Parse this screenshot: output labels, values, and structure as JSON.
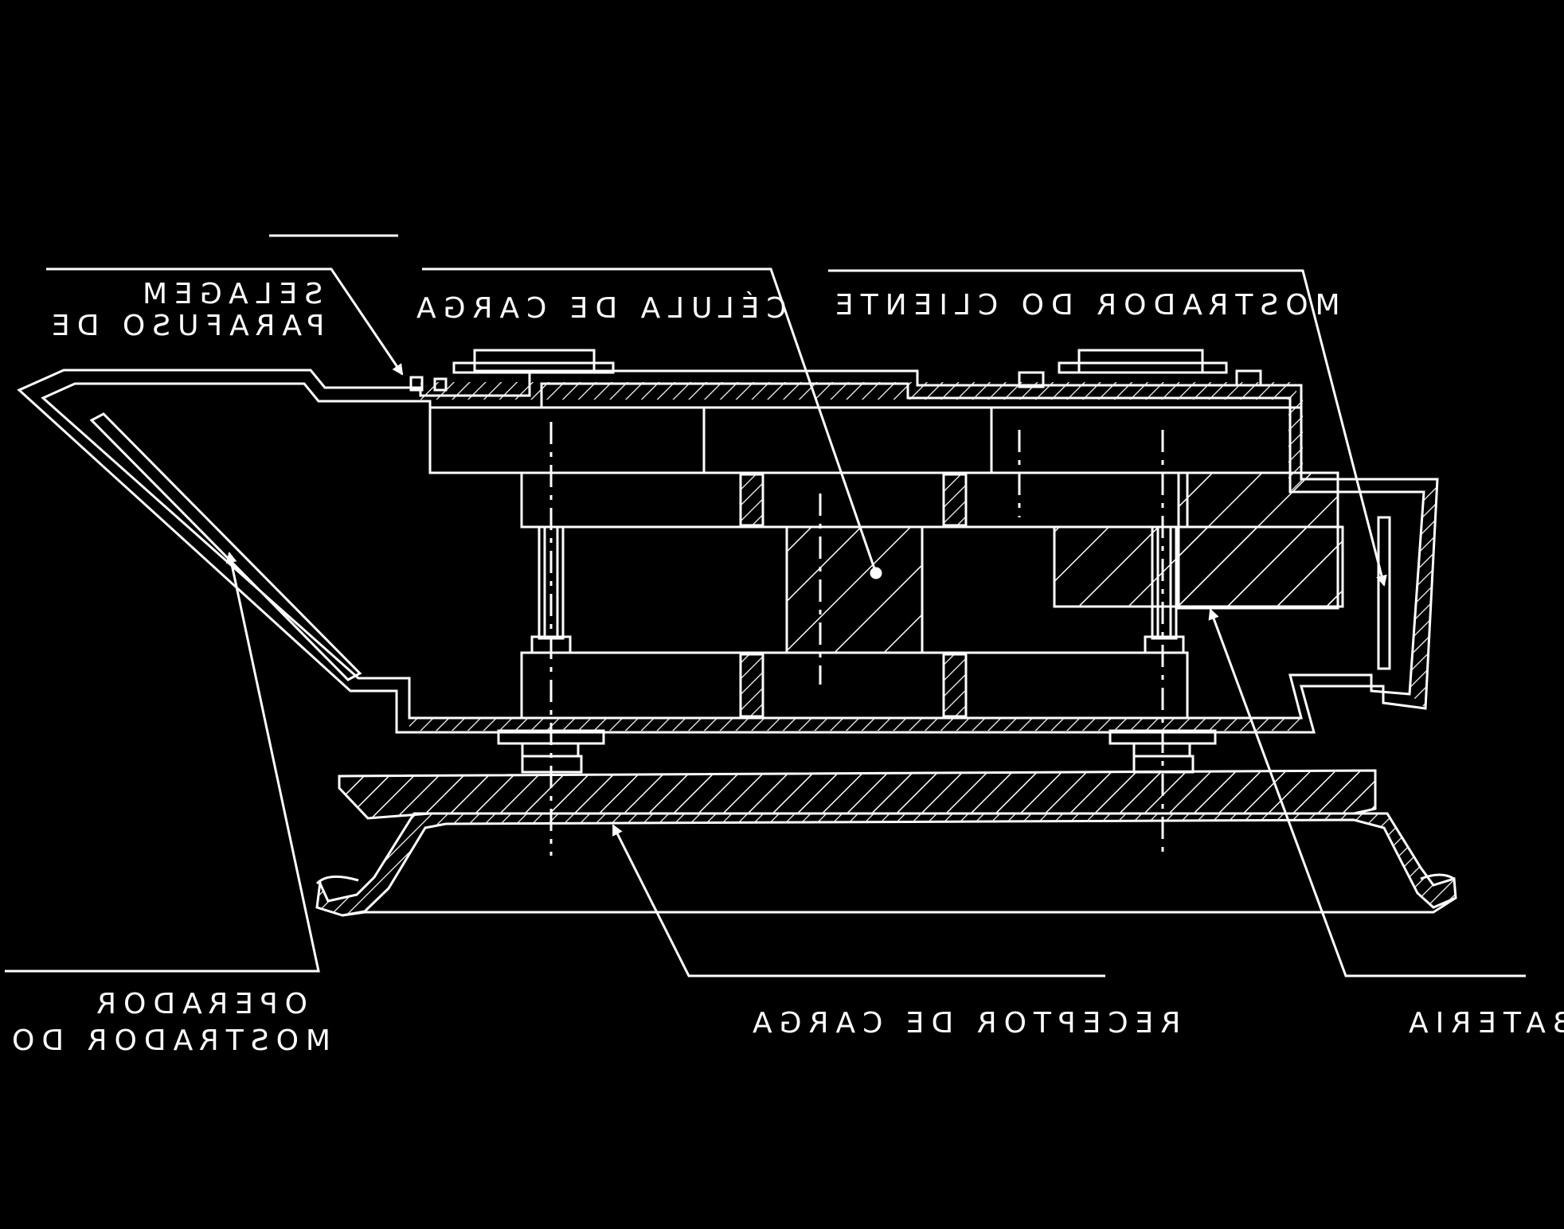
{
  "diagram": {
    "colors": {
      "background": "#000000",
      "line": "#ffffff"
    },
    "labels": {
      "sealing_screw_line1": "PARAFUSO DE",
      "sealing_screw_line2": "SELAGEM",
      "load_cell": "CÉLULA DE CARGA",
      "customer_display": "MOSTRADOR DO CLIENTE",
      "operator_display_line1": "MOSTRADOR DO",
      "operator_display_line2": "OPERADOR",
      "load_receptor": "RECEPTOR DE CARGA",
      "battery": "BATERIA"
    }
  }
}
